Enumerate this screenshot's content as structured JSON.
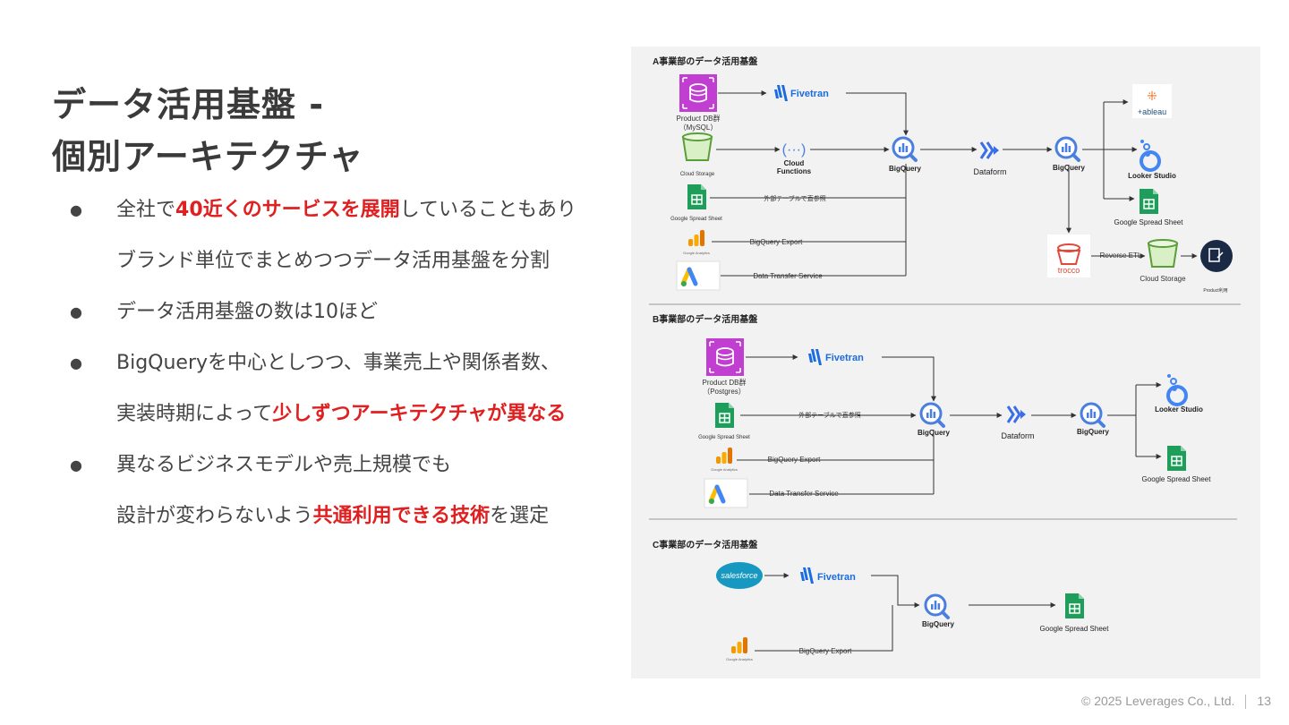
{
  "slide": {
    "title_line1": "データ活用基盤 -",
    "title_line2": "個別アーキテクチャ",
    "bullets": [
      {
        "dot": "●",
        "parts": [
          "全社で",
          "40近くのサービスを展開",
          "していることもあり"
        ]
      },
      {
        "cont": "ブランド単位でまとめつつデータ活用基盤を分割"
      },
      {
        "dot": "●",
        "text": "データ活用基盤の数は10ほど"
      },
      {
        "dot": "●",
        "text": "BigQueryを中心としつつ、事業売上や関係者数、"
      },
      {
        "parts": [
          "実装時期によって",
          "少しずつアーキテクチャが異なる"
        ]
      },
      {
        "dot": "●",
        "text": "異なるビジネスモデルや売上規模でも"
      },
      {
        "parts": [
          "設計が変わらないよう",
          "共通利用できる技術",
          "を選定"
        ]
      }
    ],
    "highlight_color": "#e02020"
  },
  "diagram": {
    "sectionA": {
      "title": "A事業部のデータ活用基盤",
      "product_db": "Product DB群",
      "product_db_sub": "（MySQL）",
      "fivetran": "Fivetran",
      "cloud_storage": "Cloud Storage",
      "cloud_functions_1": "Cloud",
      "cloud_functions_2": "Functions",
      "bigquery": "BigQuery",
      "dataform": "Dataform",
      "bigquery2": "BigQuery",
      "tableau": "+ableau",
      "looker": "Looker Studio",
      "gsheet_out": "Google Spread Sheet",
      "gsheet_in": "Google Spread Sheet",
      "external_table": "外部テーブルで直参照",
      "google_analytics": "Google Analytics",
      "bq_export": "BigQuery Export",
      "google_ads": "Google Ads",
      "dts": "Data  Transfer Service",
      "trocco": "trocco",
      "reverse_etl": "Reverse ETL",
      "cloud_storage2": "Cloud Storage",
      "product_use": "Product利用"
    },
    "sectionB": {
      "title": "B事業部のデータ活用基盤",
      "product_db": "Product DB群",
      "product_db_sub": "（Postgres）",
      "fivetran": "Fivetran",
      "gsheet_in": "Google Spread Sheet",
      "external_table": "外部テーブルで直参照",
      "bigquery": "BigQuery",
      "dataform": "Dataform",
      "bigquery2": "BigQuery",
      "looker": "Looker Studio",
      "gsheet_out": "Google Spread Sheet",
      "google_analytics": "Google Analytics",
      "bq_export": "BigQuery Export",
      "google_ads": "Google Ads",
      "dts": "Data  Transfer Service"
    },
    "sectionC": {
      "title": "C事業部のデータ活用基盤",
      "salesforce": "salesforce",
      "fivetran": "Fivetran",
      "bigquery": "BigQuery",
      "gsheet_out": "Google Spread Sheet",
      "google_analytics": "Google Analytics",
      "bq_export": "BigQuery Export"
    }
  },
  "footer": {
    "copyright": "©  2025 Leverages Co., Ltd.",
    "page": "13"
  }
}
